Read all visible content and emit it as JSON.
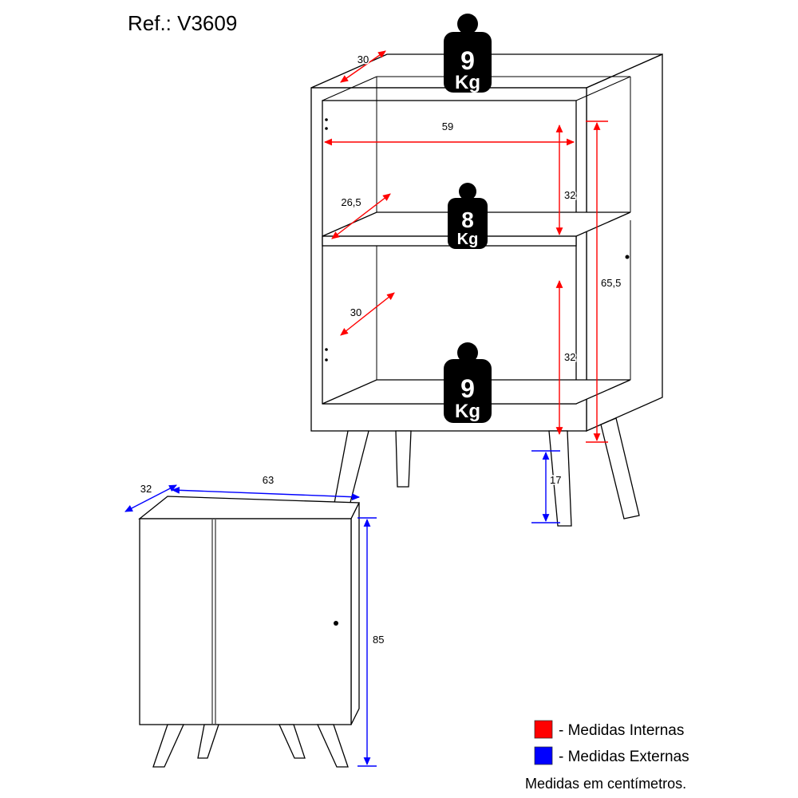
{
  "title": "Ref.: V3609",
  "colors": {
    "internal": "#ff0000",
    "external": "#0000ff",
    "line": "#000000",
    "weight_bg": "#000000",
    "weight_text": "#ffffff"
  },
  "open_view": {
    "dims": {
      "top_depth": "30",
      "inner_width": "59",
      "shelf_depth": "26,5",
      "upper_section_height": "32",
      "lower_depth": "30",
      "lower_section_height": "32",
      "inner_height": "65,5",
      "leg_height": "17"
    },
    "weights": [
      {
        "value": "9",
        "unit": "Kg"
      },
      {
        "value": "8",
        "unit": "Kg"
      },
      {
        "value": "9",
        "unit": "Kg"
      }
    ]
  },
  "closed_view": {
    "dims": {
      "depth": "32",
      "width": "63",
      "height": "85"
    }
  },
  "legend": {
    "internal": "- Medidas Internas",
    "external": "- Medidas Externas",
    "note": "Medidas em centímetros."
  }
}
